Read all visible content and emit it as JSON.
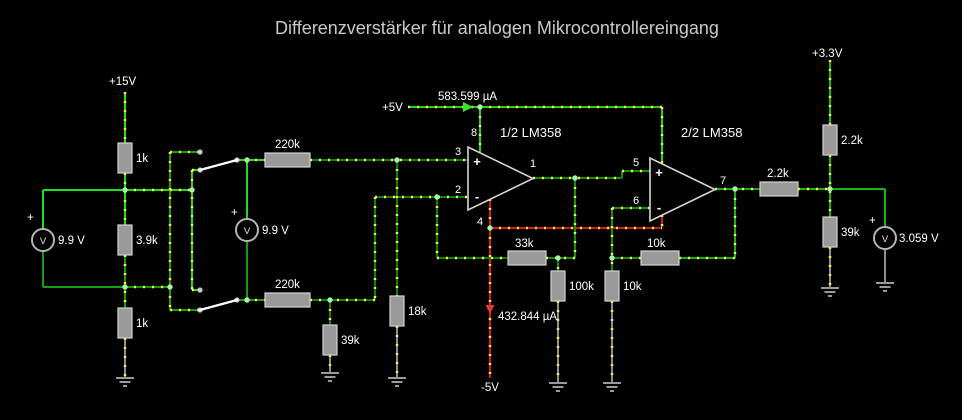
{
  "title": "Differenzverstärker für analogen Mikrocontrollereingang",
  "labels": {
    "v15": "+15V",
    "v5": "+5V",
    "vneg5": "-5V",
    "v33": "+3.3V",
    "i_top": "583.599 µA",
    "i_bottom": "432.844 µA"
  },
  "meters": {
    "m1": {
      "value": "9.9 V",
      "symbol": "V",
      "plus": "+"
    },
    "m2": {
      "value": "9.9 V",
      "symbol": "V",
      "plus": "+"
    },
    "m3": {
      "value": "3.059 V",
      "symbol": "V",
      "plus": "+"
    }
  },
  "opamps": {
    "a1": {
      "label": "1/2 LM358",
      "plus": "+",
      "minus": "-",
      "pins": {
        "vcc": "8",
        "inp": "3",
        "inn": "2",
        "out": "1",
        "vee": "4"
      }
    },
    "a2": {
      "label": "2/2 LM358",
      "plus": "+",
      "minus": "-",
      "pins": {
        "inp": "5",
        "inn": "6",
        "out": "7"
      }
    }
  },
  "resistors": {
    "r_1k_top": "1k",
    "r_3k9": "3.9k",
    "r_1k_bottom": "1k",
    "r_220k_top": "220k",
    "r_220k_bottom": "220k",
    "r_39k_input": "39k",
    "r_18k": "18k",
    "r_33k": "33k",
    "r_100k": "100k",
    "r_10k_feedback": "10k",
    "r_10k_ground": "10k",
    "r_2k2_output": "2.2k",
    "r_2k2_pullup": "2.2k",
    "r_39k_output": "39k"
  },
  "colors": {
    "background": "#000000",
    "wire_positive_bright": "#20dd20",
    "wire_positive_dim": "#0b840b",
    "wire_negative": "#d41a1a",
    "wire_ground": "#8f8f8f",
    "current_dot": "#ffef3e",
    "text": "#ffffff",
    "title": "#c9c9c9"
  }
}
